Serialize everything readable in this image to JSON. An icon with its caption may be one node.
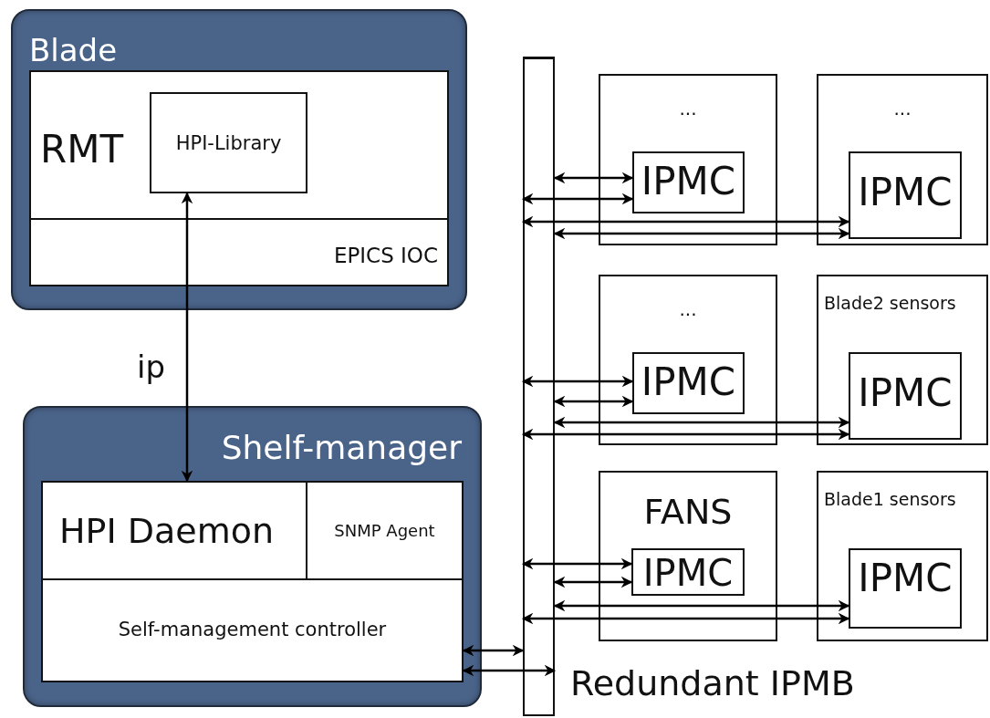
{
  "diagram": {
    "nodes": [
      {
        "text": [
          "Blade"
        ]
      },
      {
        "text": [
          "RMT"
        ],
        "in": 0
      },
      {
        "text": [
          "HPI-Library"
        ],
        "in": 1
      },
      {
        "text": [
          "EPICS IOC"
        ],
        "in": 0
      },
      {
        "text": [
          "Shelf-manager"
        ]
      },
      {
        "text": [
          "HPI Daemon"
        ],
        "in": 4
      },
      {
        "text": [
          "SNMP Agent"
        ],
        "in": 4
      },
      {
        "text": [
          "Self-management controller"
        ],
        "in": 4
      },
      {
        "text": [],
        "shape": "bar",
        "beside": [
          "Redundant IPMB"
        ]
      },
      {
        "text": [
          "..."
        ]
      },
      {
        "text": [
          "IPMC"
        ],
        "in": 9
      },
      {
        "text": [
          "..."
        ]
      },
      {
        "text": [
          "IPMC"
        ],
        "in": 11
      },
      {
        "text": [
          "..."
        ]
      },
      {
        "text": [
          "IPMC"
        ],
        "in": 13
      },
      {
        "text": [
          "Blade2 sensors"
        ]
      },
      {
        "text": [
          "IPMC"
        ],
        "in": 15
      },
      {
        "text": [
          "FANS"
        ]
      },
      {
        "text": [
          "IPMC"
        ],
        "in": 17
      },
      {
        "text": [
          "Blade1 sensors"
        ]
      },
      {
        "text": [
          "IPMC"
        ],
        "in": 19
      }
    ],
    "edges": [
      {
        "from": 2,
        "to": 5,
        "arrow": "both",
        "label": "ip"
      },
      {
        "from": 7,
        "to": 8,
        "arrow": "both"
      },
      {
        "from": 7,
        "to": 8,
        "arrow": "both"
      },
      {
        "from": 8,
        "to": 10,
        "arrow": "both"
      },
      {
        "from": 8,
        "to": 10,
        "arrow": "both"
      },
      {
        "from": 8,
        "to": 12,
        "arrow": "both"
      },
      {
        "from": 8,
        "to": 12,
        "arrow": "both"
      },
      {
        "from": 8,
        "to": 14,
        "arrow": "both"
      },
      {
        "from": 8,
        "to": 14,
        "arrow": "both"
      },
      {
        "from": 8,
        "to": 16,
        "arrow": "both"
      },
      {
        "from": 8,
        "to": 16,
        "arrow": "both"
      },
      {
        "from": 8,
        "to": 18,
        "arrow": "both"
      },
      {
        "from": 8,
        "to": 18,
        "arrow": "both"
      },
      {
        "from": 8,
        "to": 20,
        "arrow": "both"
      },
      {
        "from": 8,
        "to": 20,
        "arrow": "both"
      }
    ]
  }
}
